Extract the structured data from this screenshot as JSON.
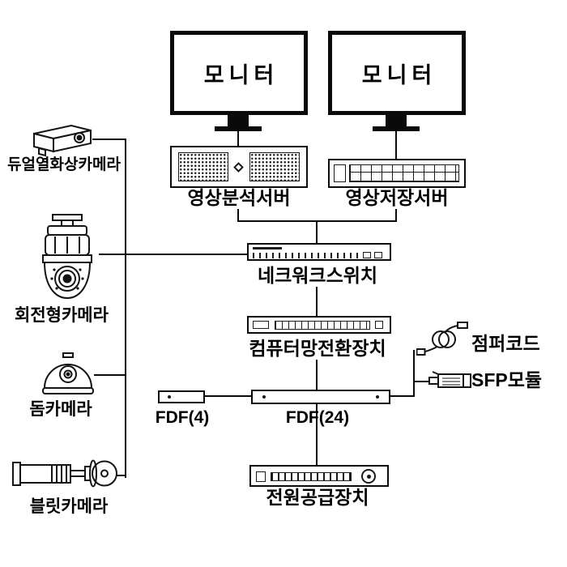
{
  "colors": {
    "line": "#0a0a0a",
    "ink": "#141414",
    "background": "#ffffff"
  },
  "monitors": [
    {
      "label": "모니터",
      "icon": "monitor-icon"
    },
    {
      "label": "모니터",
      "icon": "monitor-icon"
    }
  ],
  "servers": {
    "analysis": {
      "label": "영상분석서버",
      "icon": "rack-server-mesh-icon"
    },
    "storage": {
      "label": "영상저장서버",
      "icon": "rack-server-bays-icon"
    }
  },
  "network": {
    "switch": {
      "label": "네크워크스위치",
      "icon": "network-switch-icon"
    },
    "converter": {
      "label": "컴퓨터망전환장치",
      "icon": "network-converter-icon"
    }
  },
  "fiber": {
    "fdf4": {
      "label": "FDF(4)",
      "icon": "fdf-small-icon"
    },
    "fdf24": {
      "label": "FDF(24)",
      "icon": "fdf-large-icon"
    },
    "jumper": {
      "label": "점퍼코드",
      "icon": "jumper-cord-icon"
    },
    "sfp": {
      "label": "SFP모듈",
      "icon": "sfp-module-icon"
    }
  },
  "power": {
    "label": "전원공급장치",
    "icon": "power-supply-icon"
  },
  "cameras": [
    {
      "label": "듀얼열화상카메라",
      "icon": "dual-thermal-camera-icon"
    },
    {
      "label": "회전형카메라",
      "icon": "ptz-camera-icon"
    },
    {
      "label": "돔카메라",
      "icon": "dome-camera-icon"
    },
    {
      "label": "블릿카메라",
      "icon": "bullet-camera-icon"
    }
  ]
}
